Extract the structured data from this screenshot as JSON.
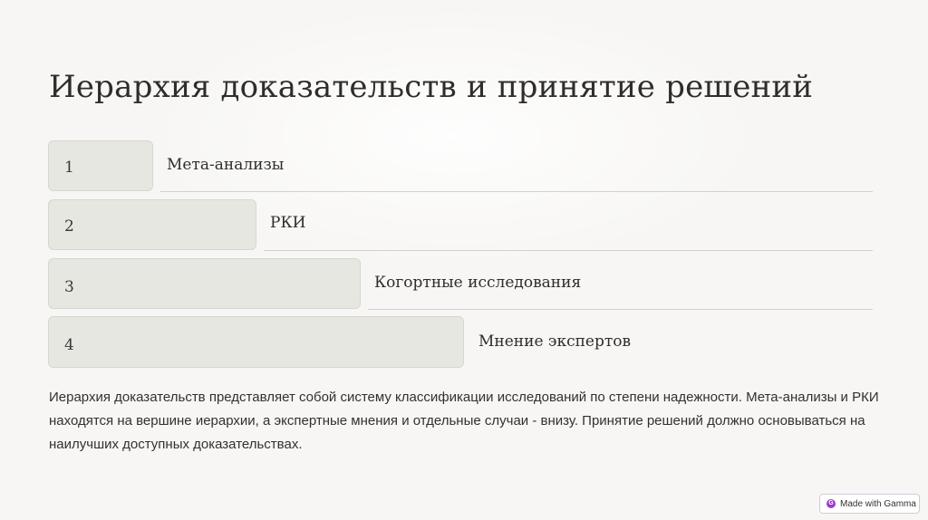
{
  "slide": {
    "title": "Иерархия доказательств и принятие решений",
    "steps": [
      {
        "number": "1",
        "label": "Мета-анализы"
      },
      {
        "number": "2",
        "label": "РКИ"
      },
      {
        "number": "3",
        "label": "Когортные исследования"
      },
      {
        "number": "4",
        "label": "Мнение экспертов"
      }
    ],
    "description": "Иерархия доказательств представляет собой систему классификации исследований по степени надежности. Мета-анализы и РКИ находятся на вершине иерархии, а экспертные мнения и отдельные случаи - внизу. Принятие решений должно основываться на наилучших доступных доказательствах."
  },
  "badge": {
    "icon": "gamma-logo-icon",
    "text": "Made with Gamma"
  },
  "colors": {
    "background": "#f7f6f4",
    "step_box": "#e7e7e2",
    "text": "#2f2d2b",
    "badge_logo": "#9b3bd0"
  }
}
